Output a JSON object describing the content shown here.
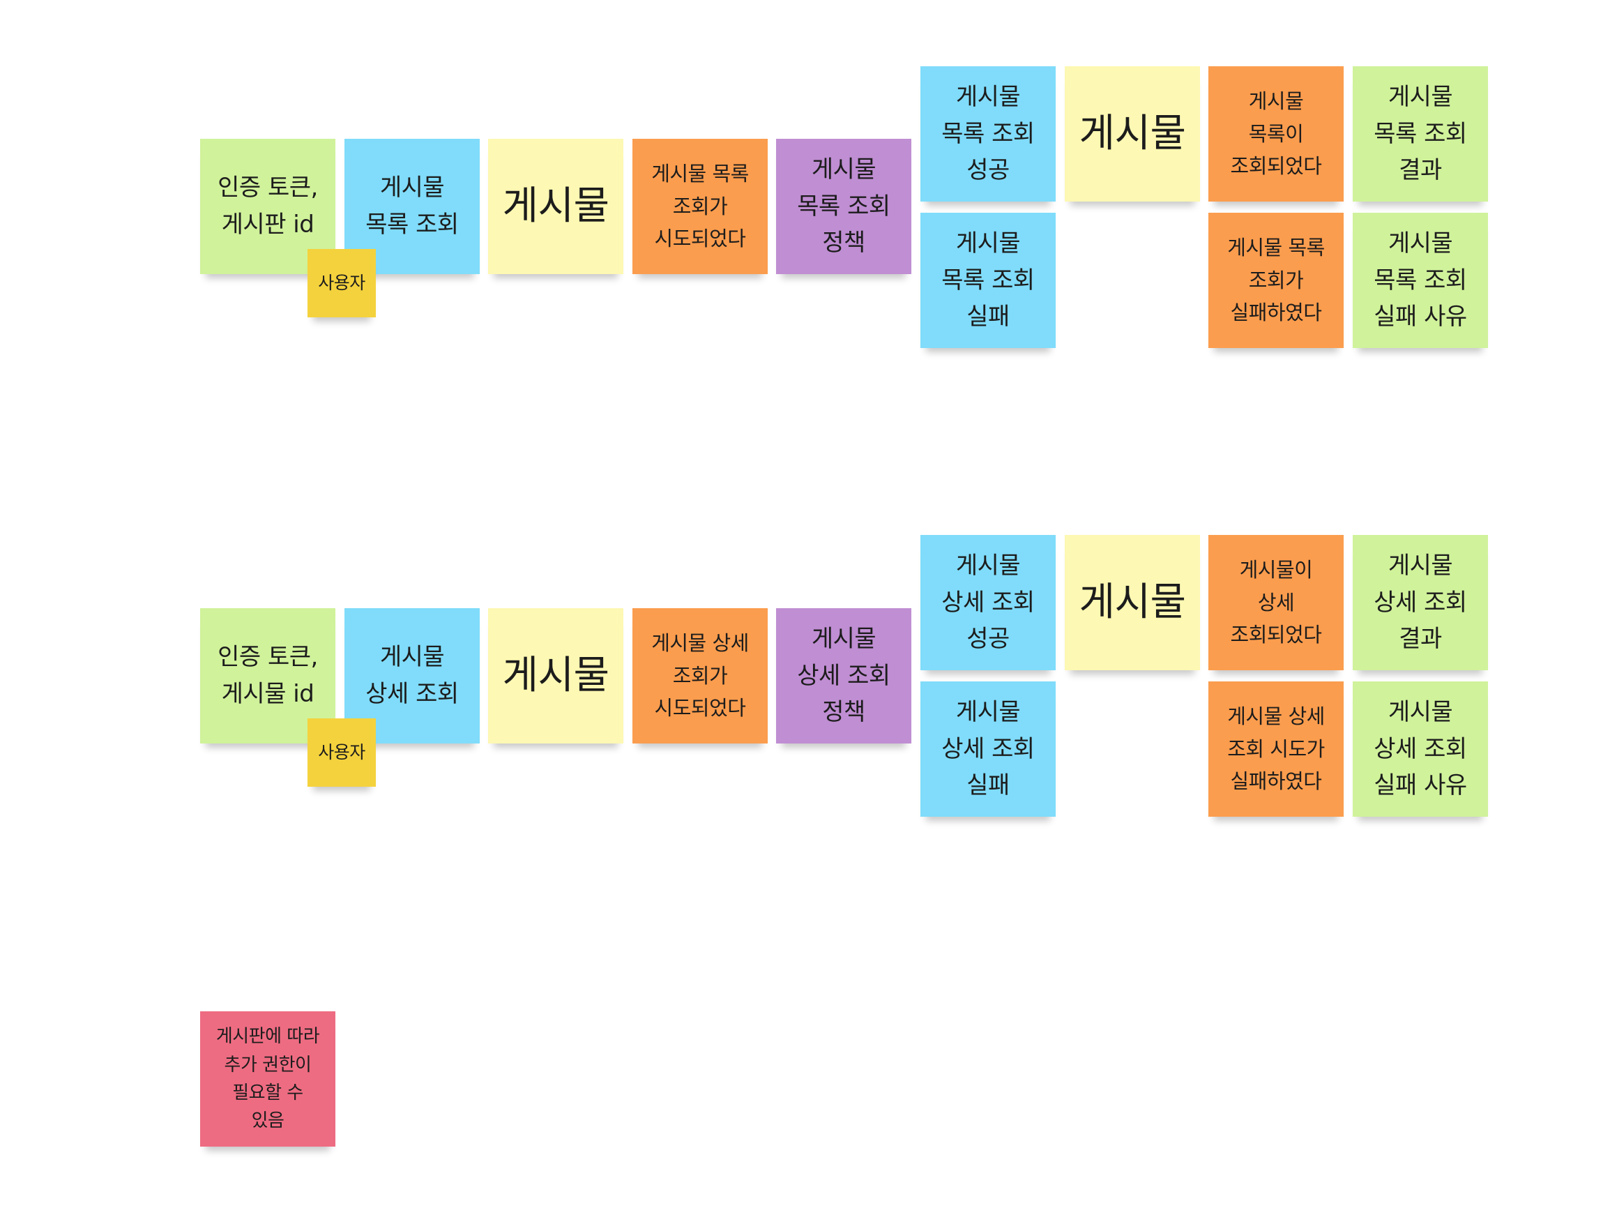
{
  "rows": [
    {
      "actor": "사용자",
      "input": "인증 토큰,\n게시판 id",
      "command": "게시물\n목록 조회",
      "aggregate": "게시물",
      "attempted_event": "게시물 목록\n조회가\n시도되었다",
      "policy": "게시물\n목록 조회\n정책",
      "success_command": "게시물\n목록 조회\n성공",
      "failure_command": "게시물\n목록 조회\n실패",
      "result_aggregate": "게시물",
      "success_event": "게시물\n목록이\n조회되었다",
      "failure_event": "게시물 목록\n조회가\n실패하였다",
      "success_result": "게시물\n목록 조회\n결과",
      "failure_result": "게시물\n목록 조회\n실패 사유"
    },
    {
      "actor": "사용자",
      "input": "인증 토큰,\n게시물 id",
      "command": "게시물\n상세 조회",
      "aggregate": "게시물",
      "attempted_event": "게시물 상세\n조회가\n시도되었다",
      "policy": "게시물\n상세 조회\n정책",
      "success_command": "게시물\n상세 조회\n성공",
      "failure_command": "게시물\n상세 조회\n실패",
      "result_aggregate": "게시물",
      "success_event": "게시물이\n상세\n조회되었다",
      "failure_event": "게시물 상세\n조회 시도가\n실패하였다",
      "success_result": "게시물\n상세 조회\n결과",
      "failure_result": "게시물\n상세 조회\n실패 사유"
    }
  ],
  "note": "게시판에 따라\n추가 권한이\n필요할 수\n있음",
  "colors": {
    "green": "#d0f29b",
    "cyan": "#80dcfa",
    "yellow": "#fdf8b3",
    "orange": "#fb9d4e",
    "purple": "#c08ed3",
    "gold": "#f4d23d",
    "red": "#ee6c82"
  }
}
